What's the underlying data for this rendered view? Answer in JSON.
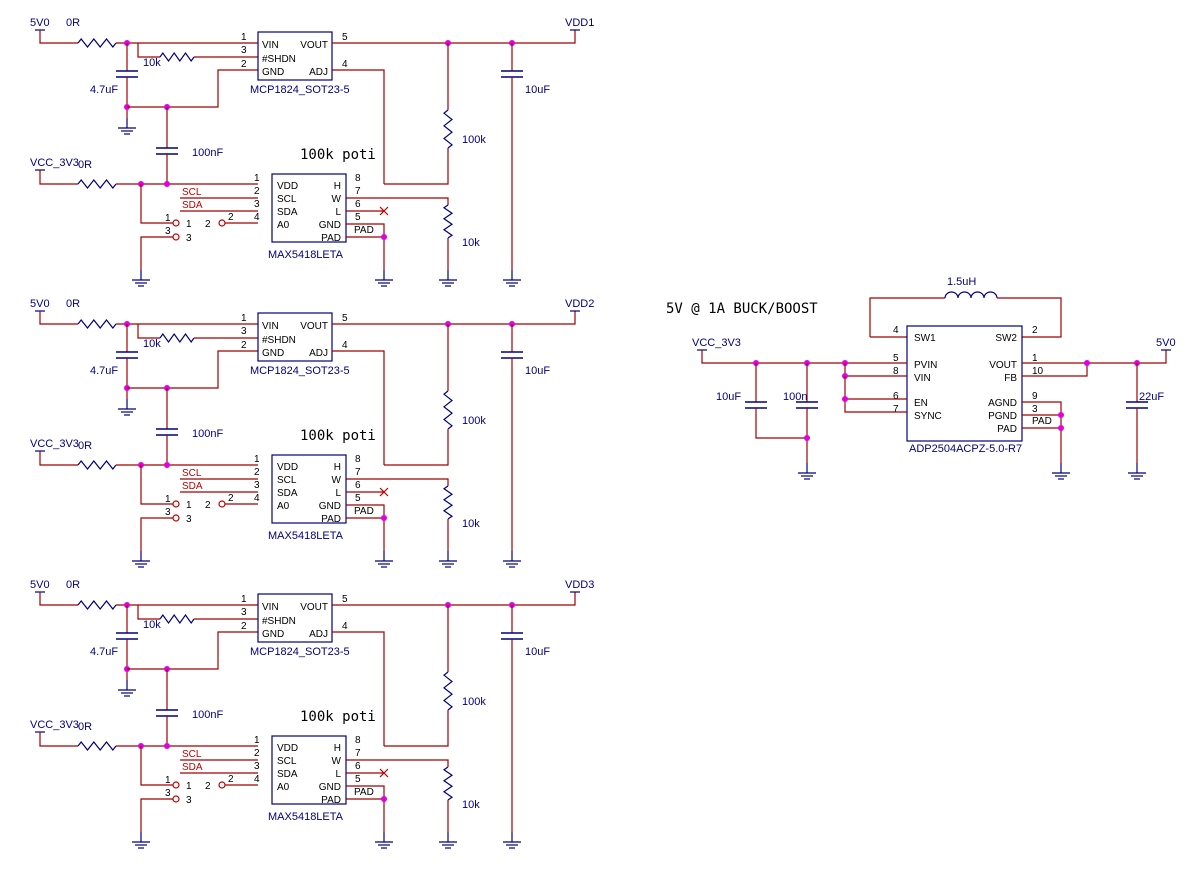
{
  "title_buckboost": "5V @ 1A BUCK/BOOST",
  "title_poti": "100k poti",
  "nets": {
    "v5": "5V0",
    "v33": "VCC_3V3",
    "vdd": [
      "VDD1",
      "VDD2",
      "VDD3"
    ],
    "scl": "SCL",
    "sda": "SDA",
    "pad": "PAD"
  },
  "ldo": {
    "part": "MCP1824_SOT23-5",
    "pins_left": [
      "VIN",
      "#SHDN",
      "GND"
    ],
    "pins_right": [
      "VOUT",
      "ADJ"
    ],
    "pin_numbers": [
      "1",
      "3",
      "2",
      "5",
      "4"
    ]
  },
  "pot": {
    "part": "MAX5418LETA",
    "pins_left": [
      "VDD",
      "SCL",
      "SDA",
      "A0"
    ],
    "pins_right": [
      "H",
      "W",
      "L",
      "GND",
      "PAD"
    ],
    "pin_numbers_left": [
      "1",
      "2",
      "3",
      "4"
    ],
    "pin_numbers_right": [
      "8",
      "7",
      "6",
      "5"
    ]
  },
  "jumper": {
    "pins": [
      "1",
      "2",
      "3"
    ]
  },
  "components": {
    "r_in": "0R",
    "r_shdn": "10k",
    "c_in": "4.7uF",
    "c_pot": "100nF",
    "r_top": "100k",
    "r_bottom": "10k",
    "c_out": "10uF"
  },
  "buckboost": {
    "part": "ADP2504ACPZ-5.0-R7",
    "inductor": "1.5uH",
    "c_in1": "10uF",
    "c_in2": "100n",
    "c_out": "22uF",
    "pins_left": [
      "SW1",
      "PVIN",
      "VIN",
      "EN",
      "SYNC"
    ],
    "pins_right": [
      "SW2",
      "VOUT",
      "FB",
      "AGND",
      "PGND",
      "PAD"
    ],
    "pin_numbers": [
      "4",
      "5",
      "8",
      "6",
      "7",
      "2",
      "1",
      "10",
      "9",
      "3"
    ]
  },
  "colors": {
    "wire": "#a00000",
    "symbol": "#000080",
    "junction": "#e000e0",
    "text": "#000000"
  }
}
